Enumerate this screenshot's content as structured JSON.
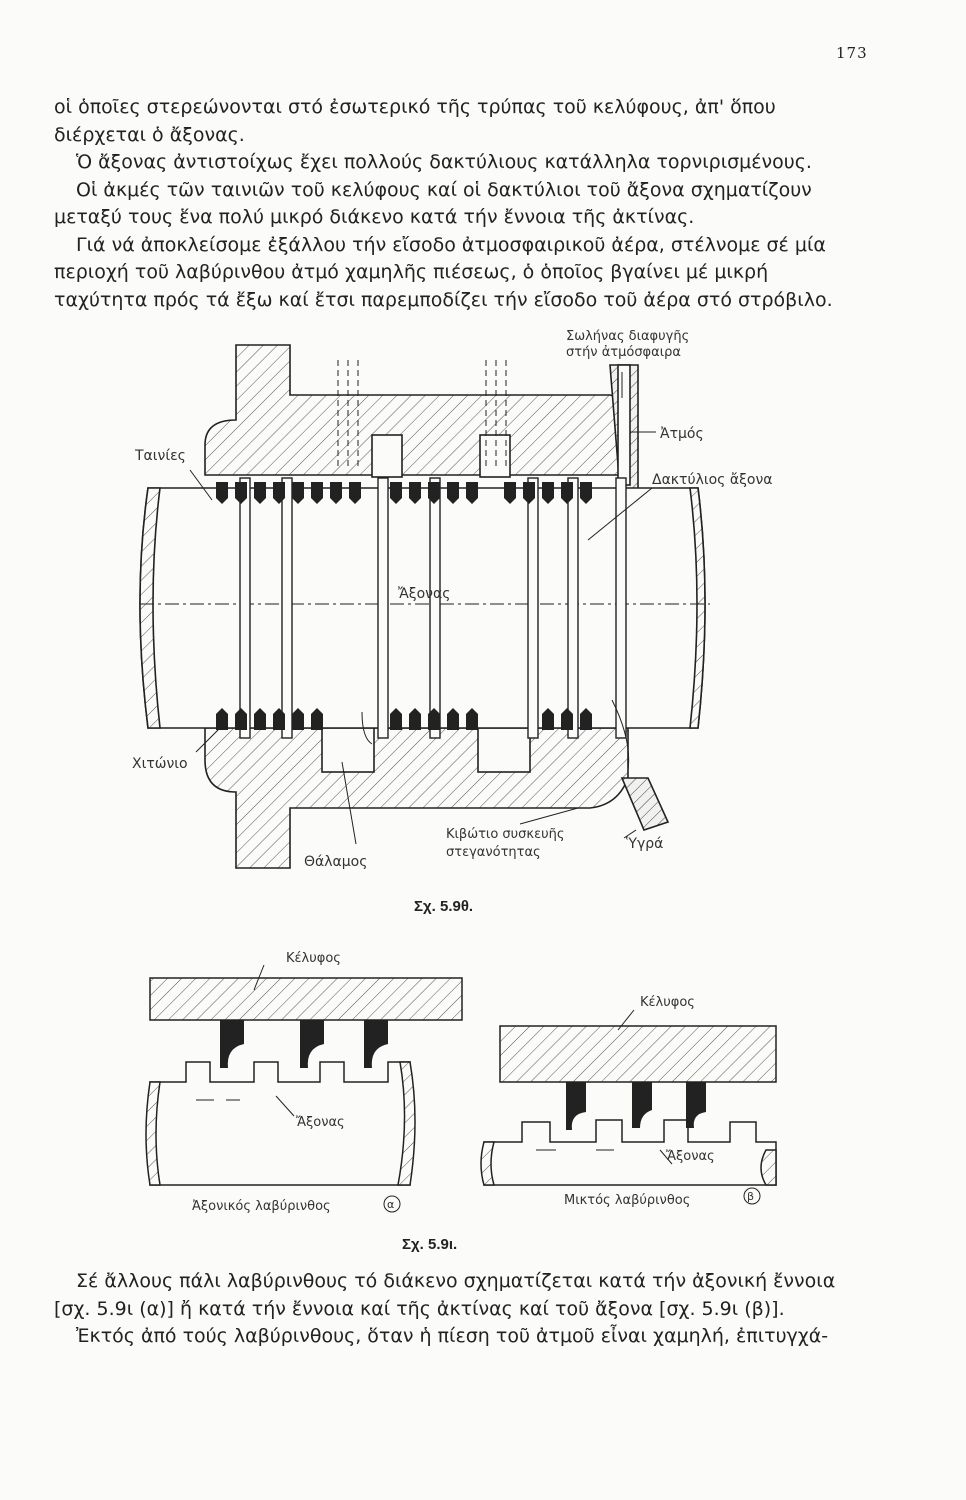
{
  "page_number": "173",
  "top_paragraphs": [
    "οἱ ὁποῖες στερεώνονται στό ἐσωτερικό τῆς τρύπας τοῦ κελύφους, ἀπ' ὅπου διέρχεται ὁ ἄξονας.",
    "Ὁ ἄξονας ἀντιστοίχως ἔχει πολλούς δακτύλιους κατάλληλα τορνιρισμένους.",
    "Οἱ ἀκμές τῶν ταινιῶν τοῦ κελύφους καί οἱ δακτύλιοι τοῦ ἄξονα σχηματίζουν μεταξύ τους ἕνα πολύ μικρό διάκενο κατά τήν ἔννοια τῆς ἀκτίνας.",
    "Γιά νά ἀποκλείσομε ἐξάλλου τήν εἴσοδο ἀτμοσφαιρικοῦ ἀέρα, στέλνομε σέ μία περιοχή τοῦ λαβύρινθου ἀτμό χαμηλῆς πιέσεως, ὁ ὁποῖος βγαίνει μέ μικρή ταχύτητα πρός τά ἔξω καί ἔτσι παρεμποδίζει τήν εἴσοδο τοῦ ἀέρα στό στρόβιλο."
  ],
  "figure_1": {
    "caption": "Σχ. 5.9θ.",
    "labels": {
      "vent_line1": "Σωλήνας διαφυγῆς",
      "vent_line2": "στήν ἀτμόσφαιρα",
      "steam": "Ἀτμός",
      "strips": "Ταινίες",
      "shaft_rings": "Δακτύλιος ἄξονα",
      "shaft": "Ἄξονας",
      "casing": "Χιτώνιο",
      "chamber": "Θάλαμος",
      "box_line1": "Κιβώτιο συσκευῆς",
      "box_line2": "στεγανότητας",
      "liquids": "Ὑγρά"
    }
  },
  "figure_2": {
    "caption": "Σχ. 5.9ι.",
    "a": {
      "shell": "Κέλυφος",
      "shaft": "Ἄξονας",
      "title": "Ἀξονικός λαβύρινθος",
      "tag": "α"
    },
    "b": {
      "shell": "Κέλυφος",
      "shaft": "Ἄξονας",
      "title": "Μικτός λαβύρινθος",
      "tag": "β"
    }
  },
  "bottom_paragraphs": [
    "Σέ ἄλλους πάλι λαβύρινθους τό διάκενο σχηματίζεται κατά τήν ἀξονική ἔννοια [σχ. 5.9ι (α)] ἤ κατά τήν ἔννοια καί τῆς ἀκτίνας καί τοῦ ἄξονα [σχ. 5.9ι (β)].",
    "Ἐκτός ἀπό τούς λαβύρινθους, ὅταν ἡ πίεση τοῦ ἀτμοῦ εἶναι χαμηλή, ἐπιτυγχά-"
  ]
}
